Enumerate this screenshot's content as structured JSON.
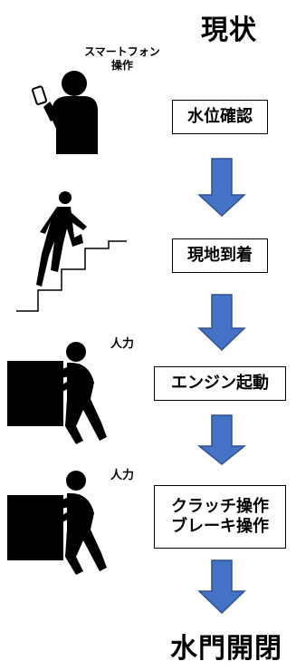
{
  "title": "現状",
  "footer_title": "水門開閉",
  "steps": [
    {
      "label_line1": "水位確認",
      "label_line2": ""
    },
    {
      "label_line1": "現地到着",
      "label_line2": ""
    },
    {
      "label_line1": "エンジン起動",
      "label_line2": ""
    },
    {
      "label_line1": "クラッチ操作",
      "label_line2": "ブレーキ操作"
    }
  ],
  "annotations": {
    "smartphone_line1": "スマートフォン",
    "smartphone_line2": "操作",
    "manual_1": "人力",
    "manual_2": "人力"
  },
  "colors": {
    "arrow": "#4472C4",
    "arrow_stroke": "#2F528F",
    "figure": "#000000"
  }
}
